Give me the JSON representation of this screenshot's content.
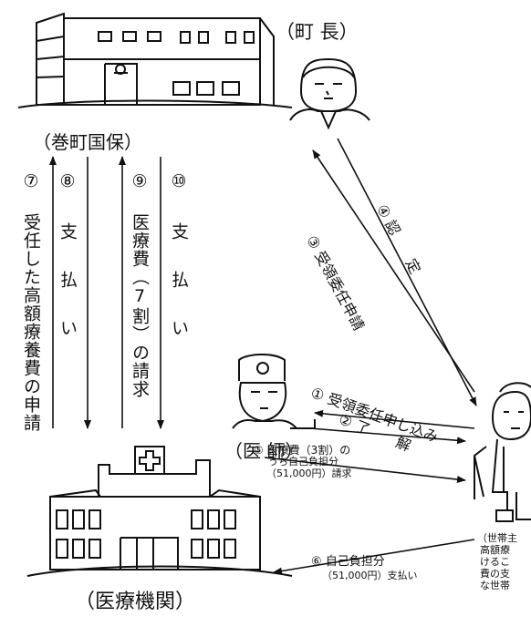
{
  "labels": {
    "town_mayor": "（町 長）",
    "national_health_insurance": "（巻町国保）",
    "doctor": "（医 師）",
    "medical_institution": "（医療機関）"
  },
  "steps": {
    "s1": "① 受領委任申し込み",
    "s2": "② 了　　解",
    "s3": "③ 受領委任申請",
    "s4": "④ 認　　定",
    "s5_line1": "⑤ 医療費（3割）の",
    "s5_line2": "うち自己負担分",
    "s5_line3": "（51,000円）請求",
    "s6_line1": "⑥ 自己負担分",
    "s6_line2": "（51,000円）支払い",
    "s7": "⑦ 受任した高額療養費の申請",
    "s8": "⑧ 支 払 い",
    "s9": "⑨ 医療費（7割）の請求",
    "s10": "⑩ 支 払 い"
  },
  "note": {
    "line1": "（世帯主",
    "line2": "高額療",
    "line3": "けるこ",
    "line4": "費の支",
    "line5": "な世帯"
  },
  "icons": {
    "hall": "town-hall-building-icon",
    "mayor": "mayor-person-icon",
    "doctor": "doctor-person-icon",
    "patient": "patient-with-crutch-icon",
    "hospital": "hospital-building-icon"
  }
}
